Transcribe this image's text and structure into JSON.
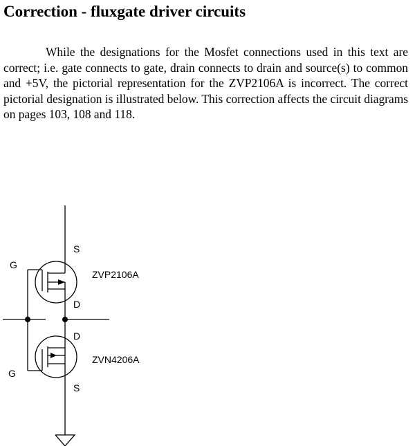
{
  "heading": "Correction - fluxgate driver circuits",
  "paragraph": "While the designations for the Mosfet connections used in this text are correct; i.e. gate connects to gate, drain connects to drain and source(s) to common and +5V, the pictorial representation for the ZVP2106A is incorrect. The correct pictorial designation is illustrated below.   This correction affects the circuit diagrams on pages 103, 108 and 118.",
  "schematic": {
    "top_transistor": {
      "part": "ZVP2106A",
      "gate_label": "G",
      "source_label": "S",
      "drain_label": "D"
    },
    "bottom_transistor": {
      "part": "ZVN4206A",
      "gate_label": "G",
      "source_label": "S",
      "drain_label": "D"
    },
    "ground_symbol": "ground-icon"
  }
}
